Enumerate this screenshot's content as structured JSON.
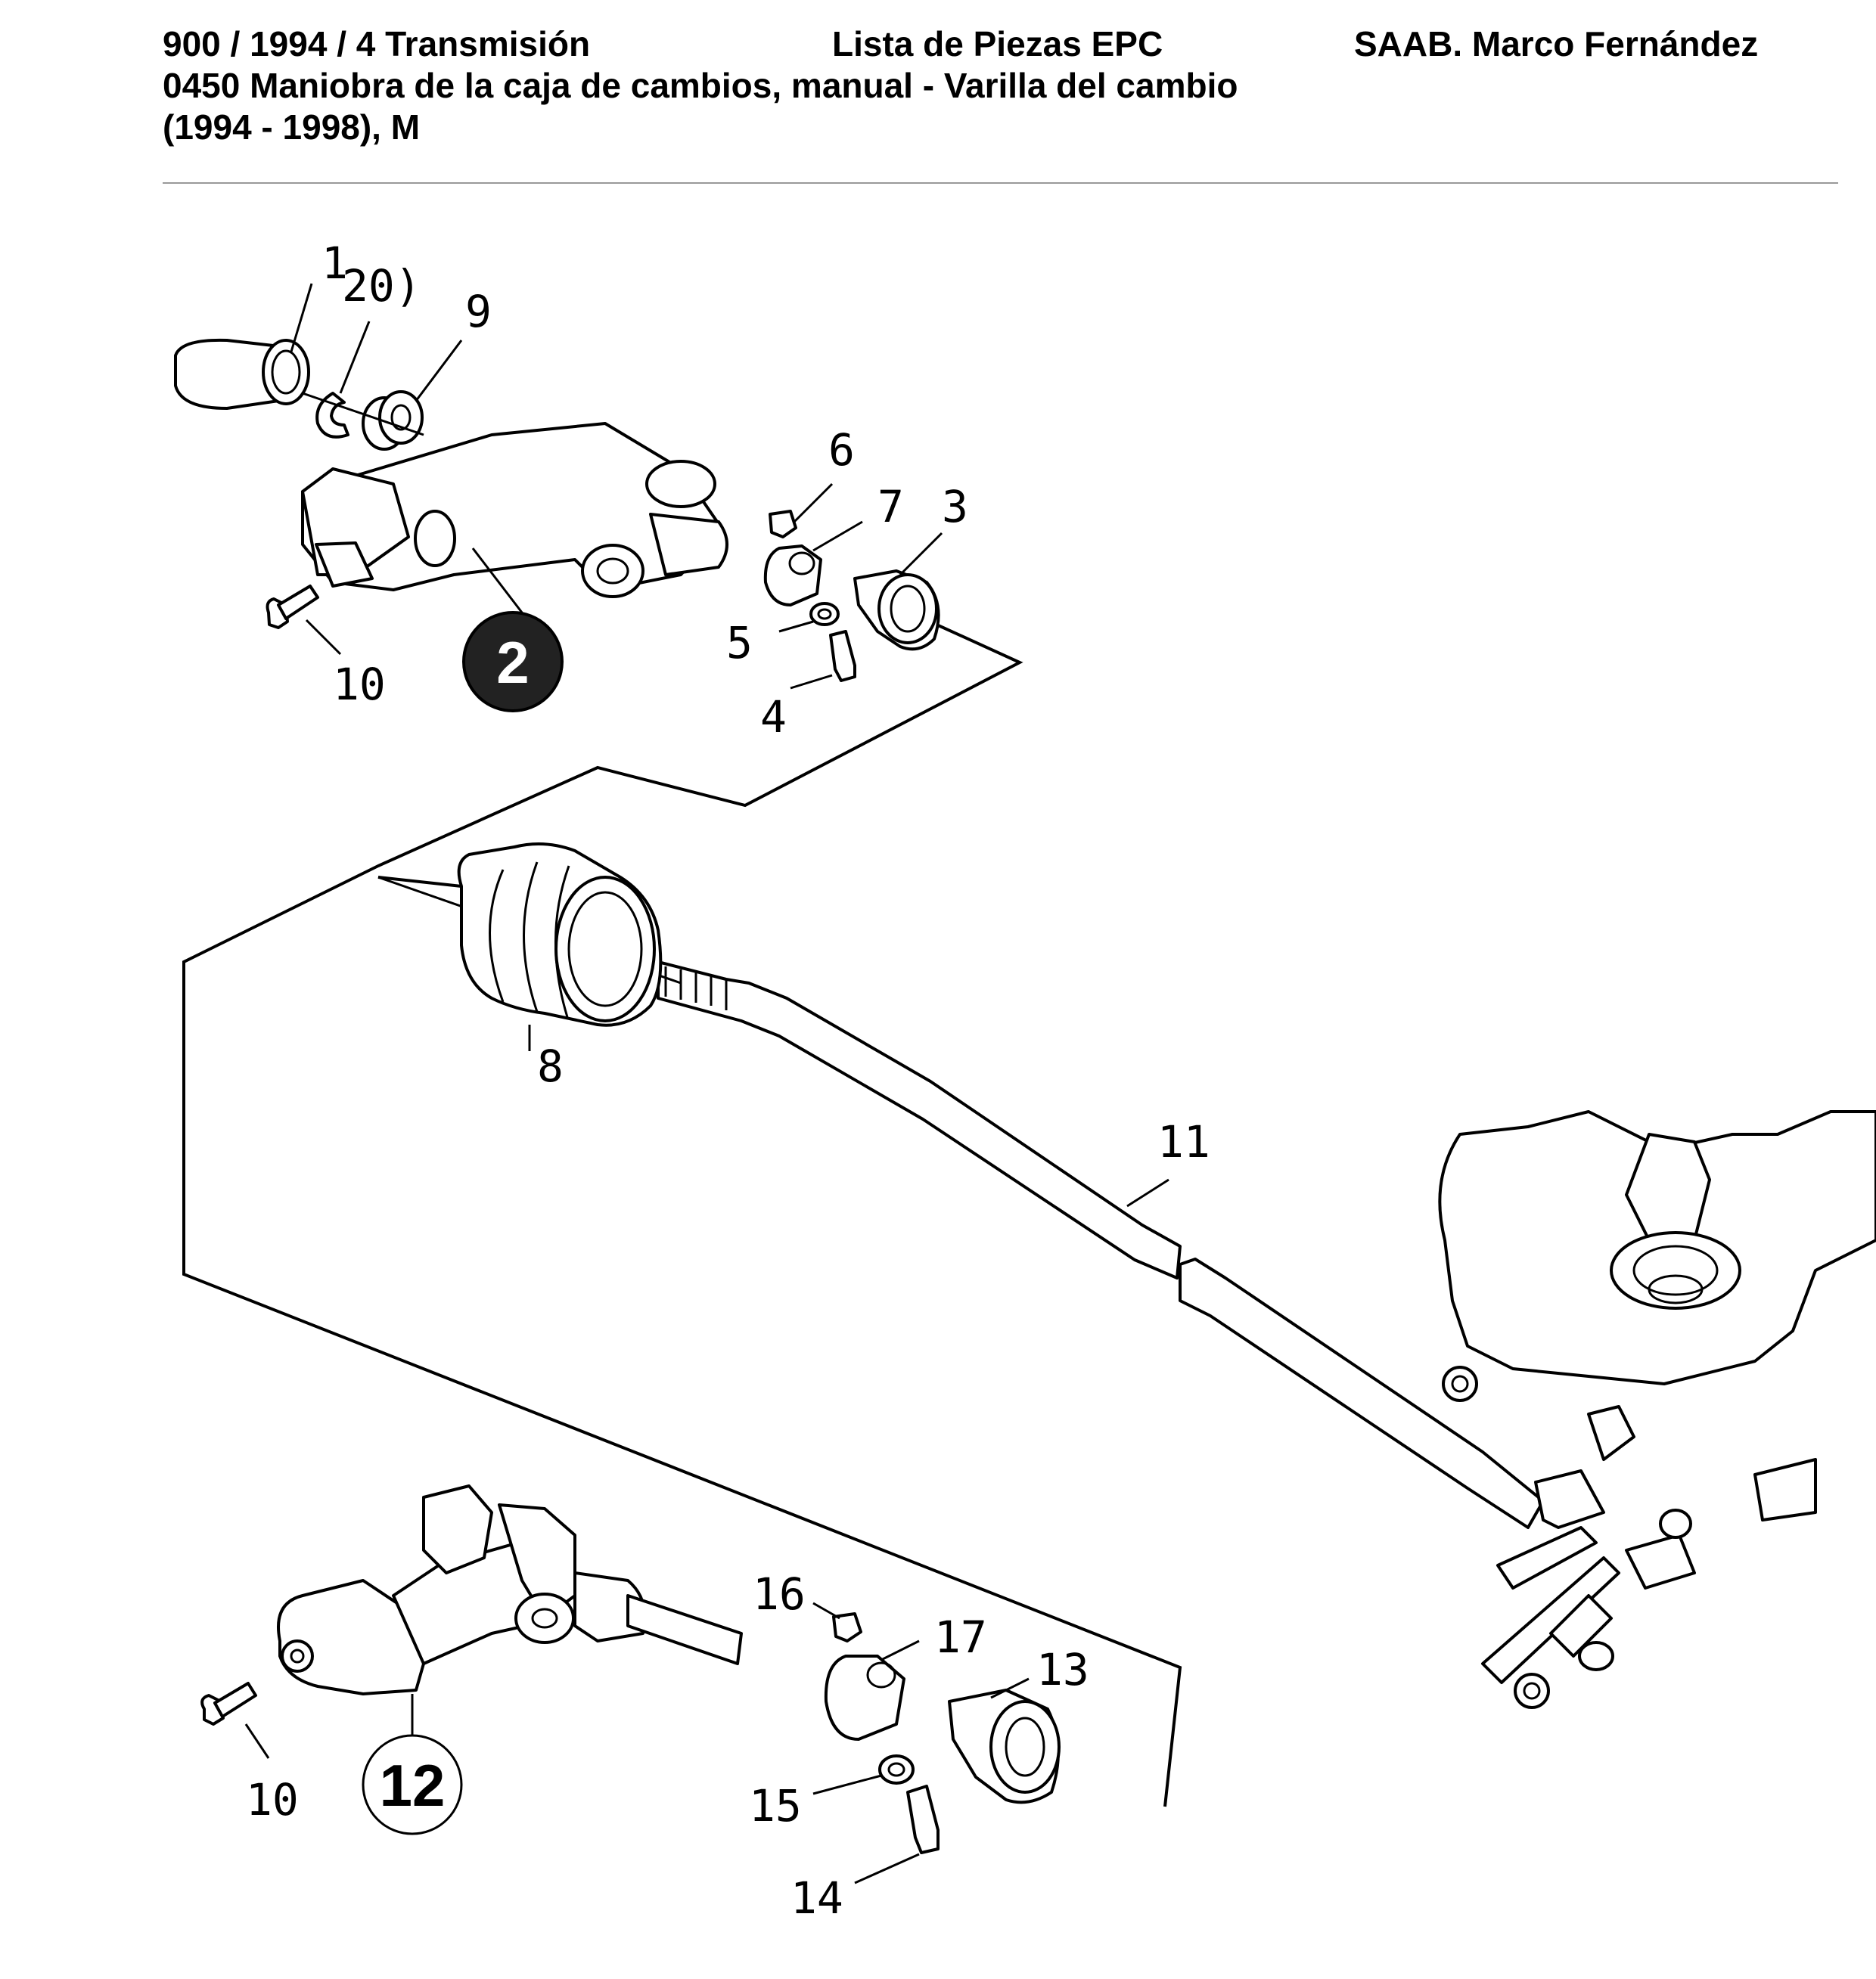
{
  "header": {
    "model": "900 / 1994 / 4 Transmisión",
    "list_title": "Lista de Piezas EPC",
    "brand_owner": "SAAB. Marco Fernández",
    "group": "0450 Maniobra de la caja de cambios, manual - Varilla del cambio",
    "range": "(1994 - 1998), M"
  },
  "callouts": {
    "c1": "1",
    "c20": "20)",
    "c9": "9",
    "c6": "6",
    "c7": "7",
    "c3": "3",
    "c5": "5",
    "c4": "4",
    "c10a": "10",
    "c2": "2",
    "c8": "8",
    "c11": "11",
    "c16": "16",
    "c17": "17",
    "c13": "13",
    "c15": "15",
    "c14": "14",
    "c10b": "10",
    "c12": "12"
  }
}
